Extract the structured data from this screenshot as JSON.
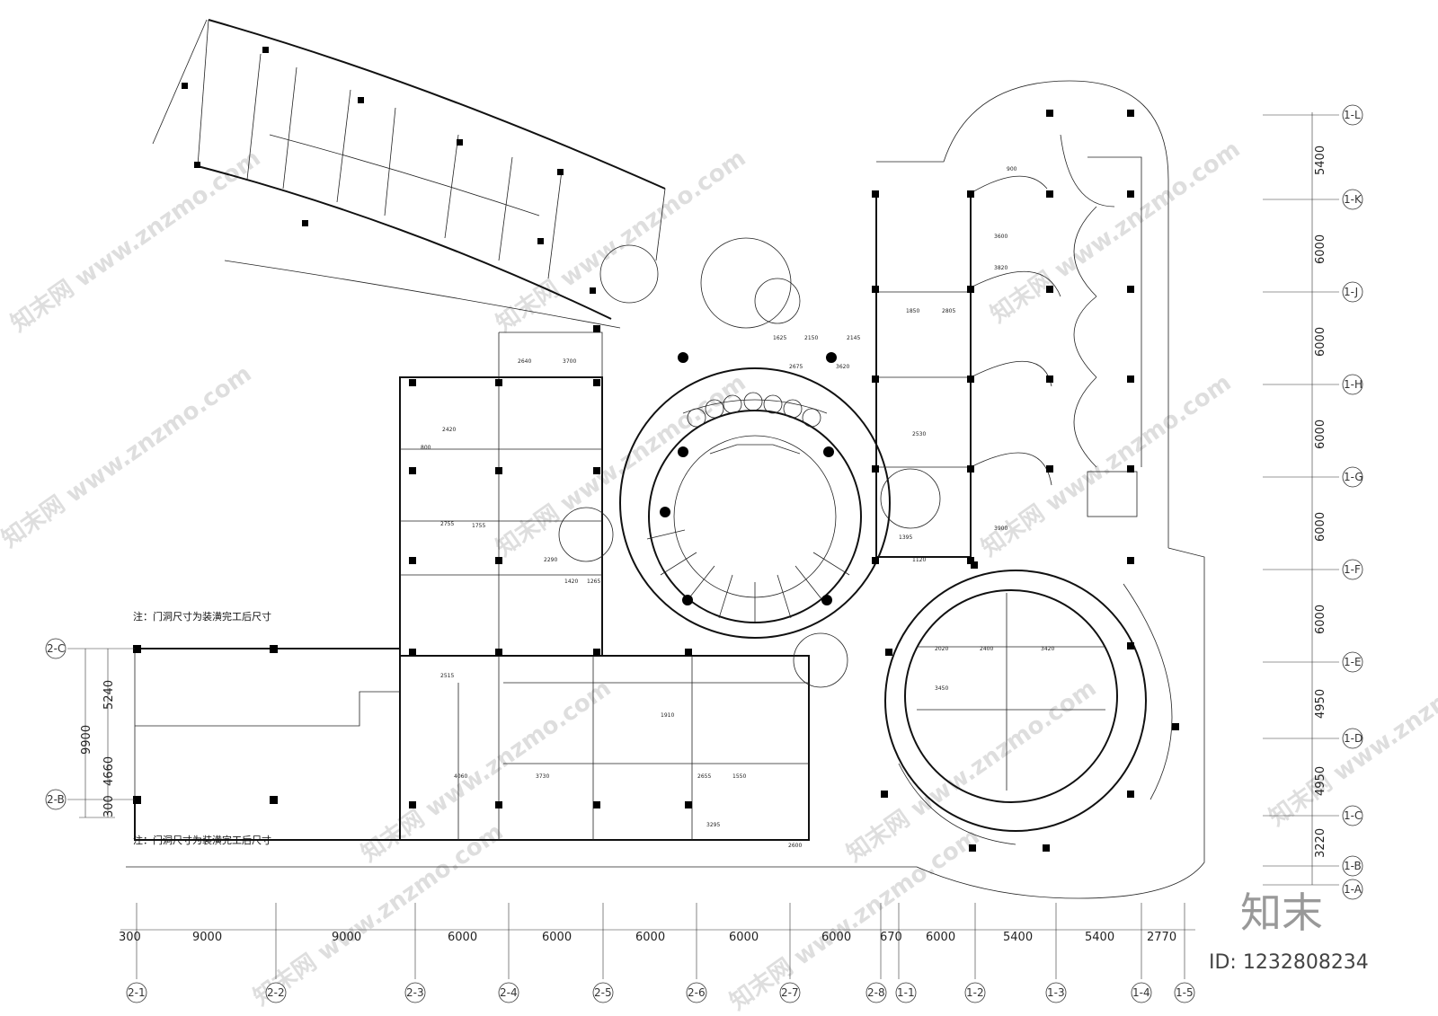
{
  "note": "注：门洞尺寸为装潢完工后尺寸",
  "bottom_axes": {
    "dims": [
      "300",
      "9000",
      "9000",
      "6000",
      "6000",
      "6000",
      "6000",
      "6000",
      "670",
      "6000",
      "5400",
      "5400",
      "2770"
    ],
    "labels": [
      "2-1",
      "2-2",
      "2-3",
      "2-4",
      "2-5",
      "2-6",
      "2-7",
      "2-8",
      "1-1",
      "1-2",
      "1-3",
      "1-4",
      "1-5"
    ]
  },
  "right_axes": {
    "dims": [
      "5400",
      "6000",
      "6000",
      "6000",
      "6000",
      "6000",
      "4950",
      "4950",
      "3220"
    ],
    "labels": [
      "1-L",
      "1-K",
      "1-J",
      "1-H",
      "1-G",
      "1-F",
      "1-E",
      "1-D",
      "1-C",
      "1-B",
      "1-A"
    ]
  },
  "left_axes": {
    "total": "9900",
    "dims": [
      "5240",
      "4660",
      "300"
    ],
    "labels": [
      "2-C",
      "2-B"
    ]
  },
  "room_dims": [
    "2640",
    "3700",
    "2420",
    "2755",
    "4060",
    "3730",
    "2655",
    "1550",
    "3295",
    "2600",
    "2675",
    "3620",
    "2530",
    "3600",
    "3820",
    "3900",
    "3420",
    "2400",
    "3450",
    "2020",
    "1850",
    "2805",
    "2150",
    "2145",
    "1625",
    "1755",
    "2515",
    "1910",
    "2290",
    "1420",
    "1265",
    "1120",
    "1395",
    "900",
    "800"
  ],
  "watermark": "知末网 www.znzmo.com",
  "brand": {
    "logo": "知末",
    "id": "ID: 1232808234"
  }
}
